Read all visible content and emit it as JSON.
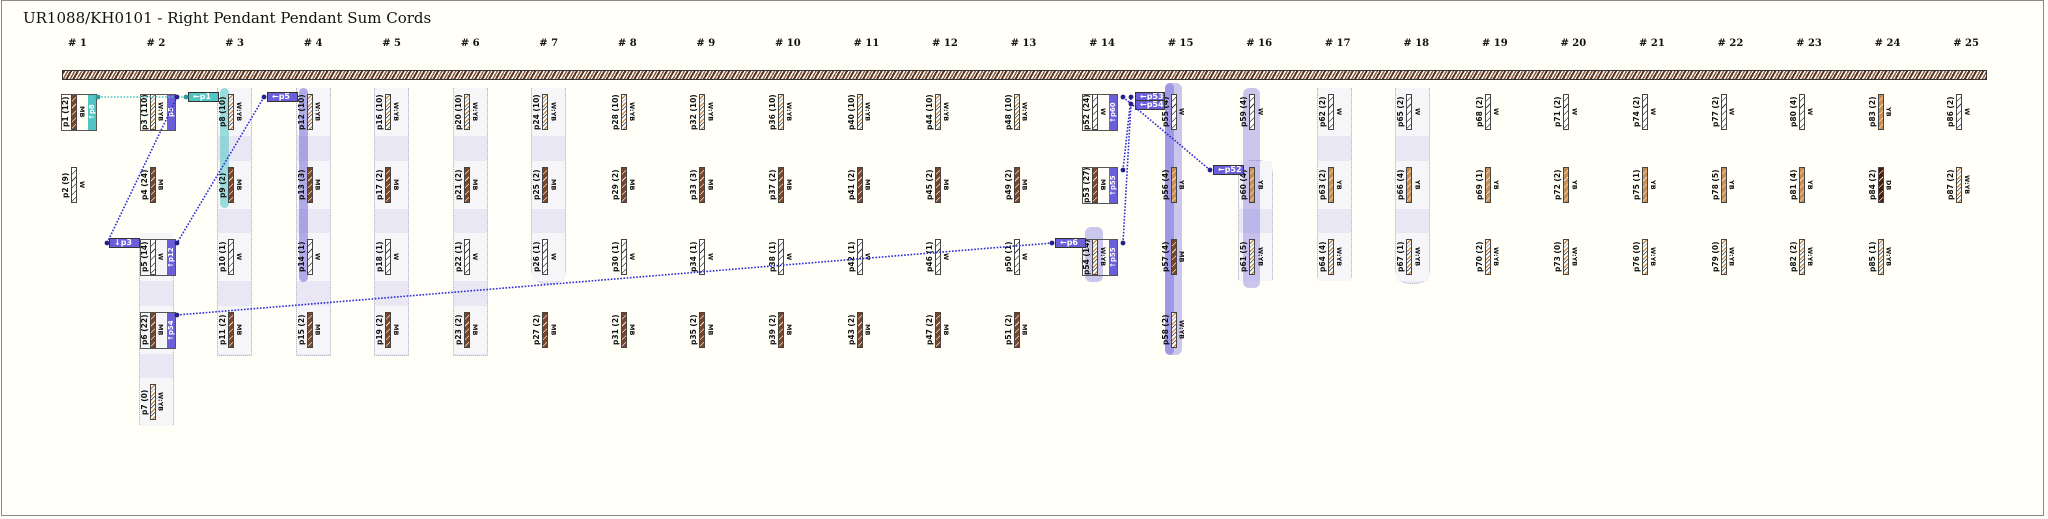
{
  "title": "UR1088/KH0101 - Right Pendant Pendant Sum Cords",
  "colors": {
    "W": "#ffffff",
    "MB": "#7a4528",
    "YB": "#c88f4e",
    "DB": "#4a1a0e",
    "link_purple": "#6a5fd8",
    "link_teal": "#52c4c4",
    "line_blue": "#2a2ad8",
    "group_bg": "#e9e7f4"
  },
  "groups": [
    {
      "label": "# 1",
      "cords": [
        {
          "id": "p1",
          "turns": "(12)",
          "color": "MB",
          "row": 1
        },
        {
          "id": "p2",
          "turns": "(9)",
          "color": "W",
          "row": 2
        }
      ]
    },
    {
      "label": "# 2",
      "cords": [
        {
          "id": "p3",
          "turns": "(110)",
          "color": "W:YB",
          "row": 1
        },
        {
          "id": "p4",
          "turns": "(24)",
          "color": "MB",
          "row": 2
        },
        {
          "id": "p5",
          "turns": "(14)",
          "color": "W",
          "row": 3
        },
        {
          "id": "p6",
          "turns": "(22)",
          "color": "MB",
          "row": 4
        },
        {
          "id": "p7",
          "turns": "(0)",
          "color": "W:YB",
          "row": 5
        }
      ]
    },
    {
      "label": "# 3",
      "cords": [
        {
          "id": "p8",
          "turns": "(10)",
          "color": "W:YB",
          "row": 1
        },
        {
          "id": "p9",
          "turns": "(2)",
          "color": "MB",
          "row": 2
        },
        {
          "id": "p10",
          "turns": "(1)",
          "color": "W",
          "row": 3
        },
        {
          "id": "p11",
          "turns": "(2)",
          "color": "MB",
          "row": 4
        }
      ]
    },
    {
      "label": "# 4",
      "cords": [
        {
          "id": "p12",
          "turns": "(10)",
          "color": "W:YB",
          "row": 1
        },
        {
          "id": "p13",
          "turns": "(3)",
          "color": "MB",
          "row": 2
        },
        {
          "id": "p14",
          "turns": "(1)",
          "color": "W",
          "row": 3
        },
        {
          "id": "p15",
          "turns": "(2)",
          "color": "MB",
          "row": 4
        }
      ]
    },
    {
      "label": "# 5",
      "cords": [
        {
          "id": "p16",
          "turns": "(10)",
          "color": "W:YB",
          "row": 1
        },
        {
          "id": "p17",
          "turns": "(2)",
          "color": "MB",
          "row": 2
        },
        {
          "id": "p18",
          "turns": "(1)",
          "color": "W",
          "row": 3
        },
        {
          "id": "p19",
          "turns": "(2)",
          "color": "MB",
          "row": 4
        }
      ]
    },
    {
      "label": "# 6",
      "cords": [
        {
          "id": "p20",
          "turns": "(10)",
          "color": "W:YB",
          "row": 1
        },
        {
          "id": "p21",
          "turns": "(2)",
          "color": "MB",
          "row": 2
        },
        {
          "id": "p22",
          "turns": "(1)",
          "color": "W",
          "row": 3
        },
        {
          "id": "p23",
          "turns": "(2)",
          "color": "MB",
          "row": 4
        }
      ]
    },
    {
      "label": "# 7",
      "cords": [
        {
          "id": "p24",
          "turns": "(10)",
          "color": "W:YB",
          "row": 1
        },
        {
          "id": "p25",
          "turns": "(2)",
          "color": "MB",
          "row": 2
        },
        {
          "id": "p26",
          "turns": "(1)",
          "color": "W",
          "row": 3
        },
        {
          "id": "p27",
          "turns": "(2)",
          "color": "MB",
          "row": 4
        }
      ]
    },
    {
      "label": "# 8",
      "cords": [
        {
          "id": "p28",
          "turns": "(10)",
          "color": "W:YB",
          "row": 1
        },
        {
          "id": "p29",
          "turns": "(2)",
          "color": "MB",
          "row": 2
        },
        {
          "id": "p30",
          "turns": "(1)",
          "color": "W",
          "row": 3
        },
        {
          "id": "p31",
          "turns": "(2)",
          "color": "MB",
          "row": 4
        }
      ]
    },
    {
      "label": "# 9",
      "cords": [
        {
          "id": "p32",
          "turns": "(10)",
          "color": "W:YB",
          "row": 1
        },
        {
          "id": "p33",
          "turns": "(3)",
          "color": "MB",
          "row": 2
        },
        {
          "id": "p34",
          "turns": "(1)",
          "color": "W",
          "row": 3
        },
        {
          "id": "p35",
          "turns": "(2)",
          "color": "MB",
          "row": 4
        }
      ]
    },
    {
      "label": "# 10",
      "cords": [
        {
          "id": "p36",
          "turns": "(10)",
          "color": "W:YB",
          "row": 1
        },
        {
          "id": "p37",
          "turns": "(2)",
          "color": "MB",
          "row": 2
        },
        {
          "id": "p38",
          "turns": "(1)",
          "color": "W",
          "row": 3
        },
        {
          "id": "p39",
          "turns": "(2)",
          "color": "MB",
          "row": 4
        }
      ]
    },
    {
      "label": "# 11",
      "cords": [
        {
          "id": "p40",
          "turns": "(10)",
          "color": "W:YB",
          "row": 1
        },
        {
          "id": "p41",
          "turns": "(2)",
          "color": "MB",
          "row": 2
        },
        {
          "id": "p42",
          "turns": "(1)",
          "color": "W",
          "row": 3
        },
        {
          "id": "p43",
          "turns": "(2)",
          "color": "MB",
          "row": 4
        }
      ]
    },
    {
      "label": "# 12",
      "cords": [
        {
          "id": "p44",
          "turns": "(10)",
          "color": "W:YB",
          "row": 1
        },
        {
          "id": "p45",
          "turns": "(2)",
          "color": "MB",
          "row": 2
        },
        {
          "id": "p46",
          "turns": "(1)",
          "color": "W",
          "row": 3
        },
        {
          "id": "p47",
          "turns": "(2)",
          "color": "MB",
          "row": 4
        }
      ]
    },
    {
      "label": "# 13",
      "cords": [
        {
          "id": "p48",
          "turns": "(10)",
          "color": "W:YB",
          "row": 1
        },
        {
          "id": "p49",
          "turns": "(2)",
          "color": "MB",
          "row": 2
        },
        {
          "id": "p50",
          "turns": "(1)",
          "color": "W",
          "row": 3
        },
        {
          "id": "p51",
          "turns": "(2)",
          "color": "MB",
          "row": 4
        }
      ]
    },
    {
      "label": "# 14",
      "cords": [
        {
          "id": "p52",
          "turns": "(24)",
          "color": "W",
          "row": 1
        },
        {
          "id": "p53",
          "turns": "(27)",
          "color": "MB",
          "row": 2
        },
        {
          "id": "p54",
          "turns": "(14)",
          "color": "W:YB",
          "row": 3
        }
      ]
    },
    {
      "label": "# 15",
      "cords": [
        {
          "id": "p55",
          "turns": "(4)",
          "color": "W",
          "row": 1
        },
        {
          "id": "p56",
          "turns": "(4)",
          "color": "YB",
          "row": 2
        },
        {
          "id": "p57",
          "turns": "(4)",
          "color": "MB",
          "row": 3
        },
        {
          "id": "p58",
          "turns": "(2)",
          "color": "W:YB",
          "row": 4
        }
      ]
    },
    {
      "label": "# 16",
      "cords": [
        {
          "id": "p59",
          "turns": "(4)",
          "color": "W",
          "row": 1
        },
        {
          "id": "p60",
          "turns": "(4)",
          "color": "YB",
          "row": 2
        },
        {
          "id": "p61",
          "turns": "(5)",
          "color": "W:YB",
          "row": 3
        }
      ]
    },
    {
      "label": "# 17",
      "cords": [
        {
          "id": "p62",
          "turns": "(2)",
          "color": "W",
          "row": 1
        },
        {
          "id": "p63",
          "turns": "(2)",
          "color": "YB",
          "row": 2
        },
        {
          "id": "p64",
          "turns": "(4)",
          "color": "W:YB",
          "row": 3
        }
      ]
    },
    {
      "label": "# 18",
      "cords": [
        {
          "id": "p65",
          "turns": "(2)",
          "color": "W",
          "row": 1
        },
        {
          "id": "p66",
          "turns": "(4)",
          "color": "YB",
          "row": 2
        },
        {
          "id": "p67",
          "turns": "(1)",
          "color": "W:YB",
          "row": 3
        }
      ]
    },
    {
      "label": "# 19",
      "cords": [
        {
          "id": "p68",
          "turns": "(2)",
          "color": "W",
          "row": 1
        },
        {
          "id": "p69",
          "turns": "(1)",
          "color": "YB",
          "row": 2
        },
        {
          "id": "p70",
          "turns": "(2)",
          "color": "W:YB",
          "row": 3
        }
      ]
    },
    {
      "label": "# 20",
      "cords": [
        {
          "id": "p71",
          "turns": "(2)",
          "color": "W",
          "row": 1
        },
        {
          "id": "p72",
          "turns": "(2)",
          "color": "YB",
          "row": 2
        },
        {
          "id": "p73",
          "turns": "(0)",
          "color": "W:YB",
          "row": 3
        }
      ]
    },
    {
      "label": "# 21",
      "cords": [
        {
          "id": "p74",
          "turns": "(2)",
          "color": "W",
          "row": 1
        },
        {
          "id": "p75",
          "turns": "(1)",
          "color": "YB",
          "row": 2
        },
        {
          "id": "p76",
          "turns": "(0)",
          "color": "W:YB",
          "row": 3
        }
      ]
    },
    {
      "label": "# 22",
      "cords": [
        {
          "id": "p77",
          "turns": "(2)",
          "color": "W",
          "row": 1
        },
        {
          "id": "p78",
          "turns": "(5)",
          "color": "YB",
          "row": 2
        },
        {
          "id": "p79",
          "turns": "(0)",
          "color": "W:YB",
          "row": 3
        }
      ]
    },
    {
      "label": "# 23",
      "cords": [
        {
          "id": "p80",
          "turns": "(4)",
          "color": "W",
          "row": 1
        },
        {
          "id": "p81",
          "turns": "(4)",
          "color": "YB",
          "row": 2
        },
        {
          "id": "p82",
          "turns": "(2)",
          "color": "W:YB",
          "row": 3
        }
      ]
    },
    {
      "label": "# 24",
      "cords": [
        {
          "id": "p83",
          "turns": "(2)",
          "color": "YB",
          "row": 1
        },
        {
          "id": "p84",
          "turns": "(2)",
          "color": "DB",
          "row": 2
        },
        {
          "id": "p85",
          "turns": "(1)",
          "color": "W:YB",
          "row": 3
        }
      ]
    },
    {
      "label": "# 25",
      "cords": [
        {
          "id": "p86",
          "turns": "(2)",
          "color": "W",
          "row": 1
        },
        {
          "id": "p87",
          "turns": "(2)",
          "color": "W:YB",
          "row": 2
        }
      ]
    }
  ],
  "sum_tabs": [
    {
      "cord": "p1",
      "text": "↑p8",
      "color": "teal"
    },
    {
      "cord": "p3",
      "text": "p5",
      "color": "purple"
    },
    {
      "cord": "p5",
      "text": "↑p12",
      "color": "purple"
    },
    {
      "cord": "p6",
      "text": "↑p54",
      "color": "purple"
    },
    {
      "cord": "p52",
      "text": "↑p60",
      "color": "purple"
    },
    {
      "cord": "p53",
      "text": "↑p55",
      "color": "purple"
    },
    {
      "cord": "p54",
      "text": "↑p55",
      "color": "purple"
    }
  ],
  "link_labels": [
    {
      "text": "←p1",
      "color": "teal"
    },
    {
      "text": "←p5",
      "color": "purple"
    },
    {
      "text": "↓p3",
      "color": "purple"
    },
    {
      "text": "←p6",
      "color": "purple"
    },
    {
      "text": "←p53",
      "color": "purple"
    },
    {
      "text": "←p54",
      "color": "purple"
    },
    {
      "text": "←p52",
      "color": "purple"
    }
  ]
}
